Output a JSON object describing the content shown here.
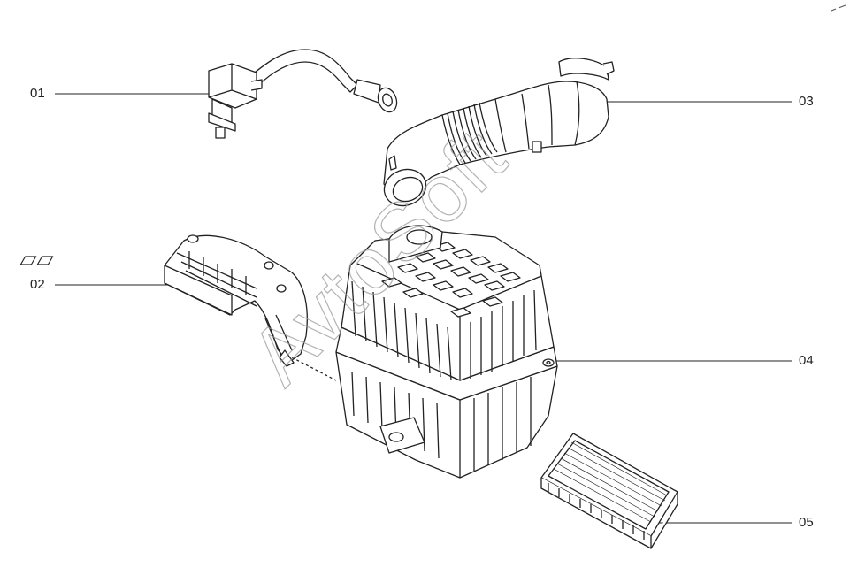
{
  "callouts": [
    {
      "id": "01",
      "label": "01"
    },
    {
      "id": "02",
      "label": "02"
    },
    {
      "id": "03",
      "label": "03"
    },
    {
      "id": "04",
      "label": "04"
    },
    {
      "id": "05",
      "label": "05"
    }
  ],
  "watermark": "AvtoSoft",
  "colors": {
    "line": "#222222",
    "part_fill": "#ffffff",
    "shade": "#e6e6e6",
    "watermark": "#9a9a9a"
  }
}
